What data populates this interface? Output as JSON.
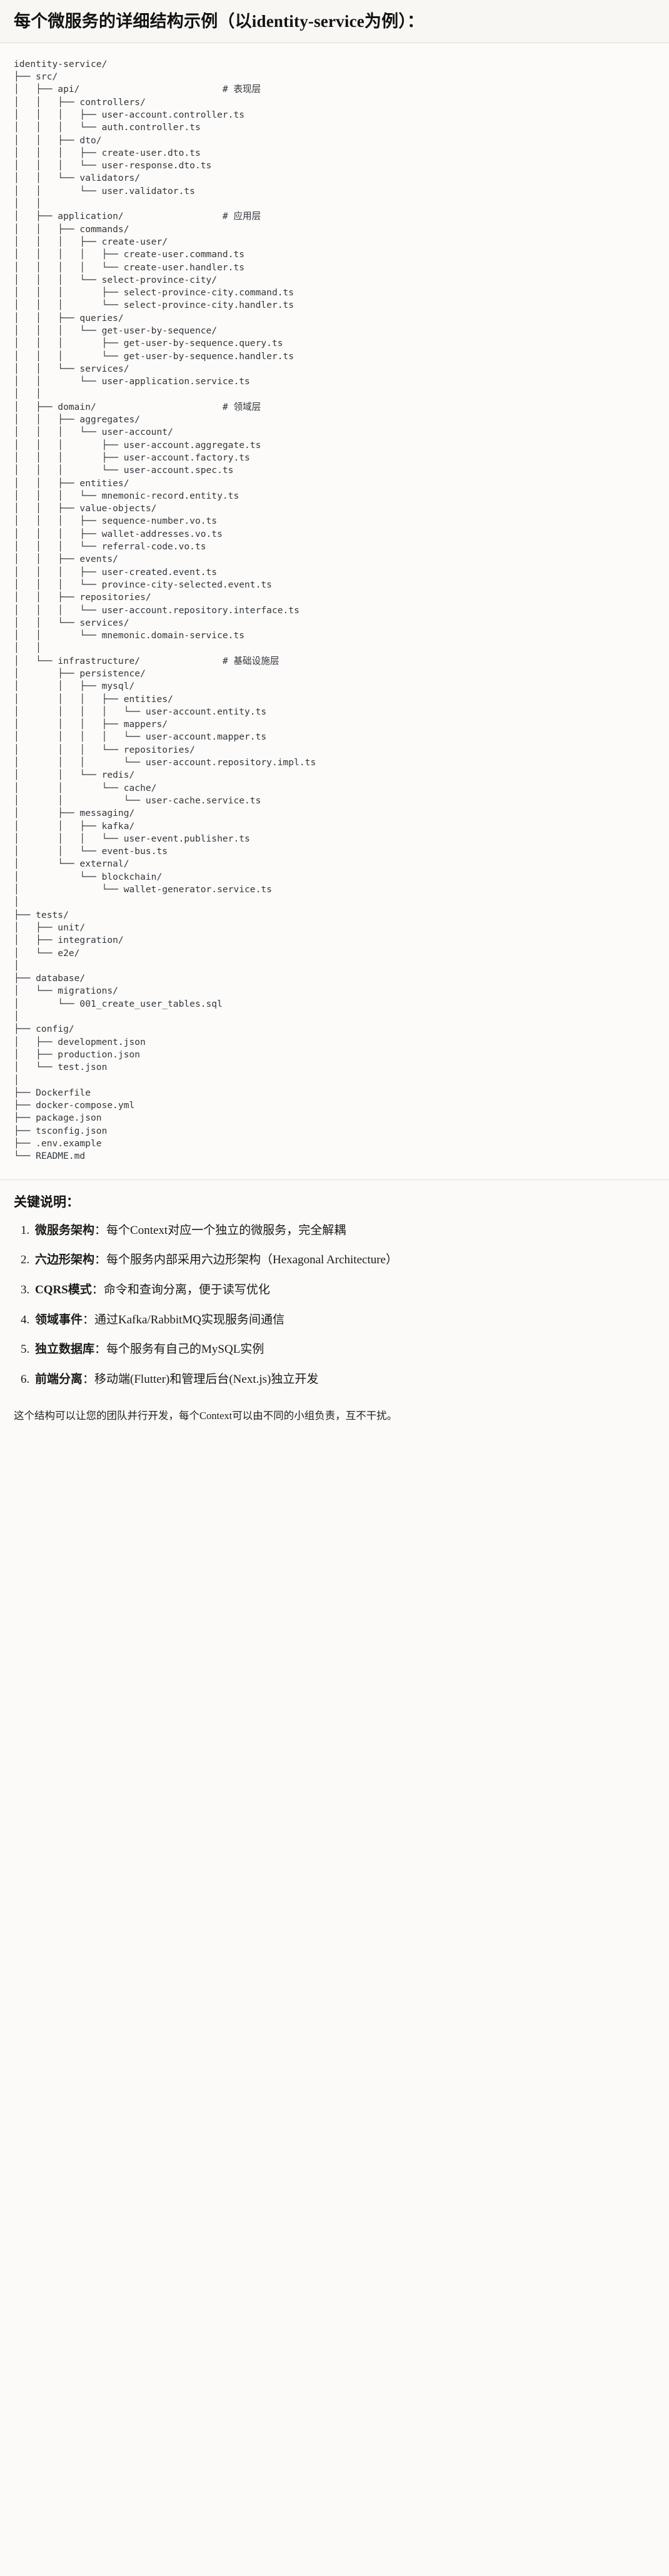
{
  "header": {
    "title": "每个微服务的详细结构示例（以identity-service为例）："
  },
  "tree": {
    "root_label": "identity-service/",
    "text": "identity-service/\n├── src/\n│   ├── api/                          # 表现层\n│   │   ├── controllers/\n│   │   │   ├── user-account.controller.ts\n│   │   │   └── auth.controller.ts\n│   │   ├── dto/\n│   │   │   ├── create-user.dto.ts\n│   │   │   └── user-response.dto.ts\n│   │   └── validators/\n│   │       └── user.validator.ts\n│   │\n│   ├── application/                  # 应用层\n│   │   ├── commands/\n│   │   │   ├── create-user/\n│   │   │   │   ├── create-user.command.ts\n│   │   │   │   └── create-user.handler.ts\n│   │   │   └── select-province-city/\n│   │   │       ├── select-province-city.command.ts\n│   │   │       └── select-province-city.handler.ts\n│   │   ├── queries/\n│   │   │   └── get-user-by-sequence/\n│   │   │       ├── get-user-by-sequence.query.ts\n│   │   │       └── get-user-by-sequence.handler.ts\n│   │   └── services/\n│   │       └── user-application.service.ts\n│   │\n│   ├── domain/                       # 领域层\n│   │   ├── aggregates/\n│   │   │   └── user-account/\n│   │   │       ├── user-account.aggregate.ts\n│   │   │       ├── user-account.factory.ts\n│   │   │       └── user-account.spec.ts\n│   │   ├── entities/\n│   │   │   └── mnemonic-record.entity.ts\n│   │   ├── value-objects/\n│   │   │   ├── sequence-number.vo.ts\n│   │   │   ├── wallet-addresses.vo.ts\n│   │   │   └── referral-code.vo.ts\n│   │   ├── events/\n│   │   │   ├── user-created.event.ts\n│   │   │   └── province-city-selected.event.ts\n│   │   ├── repositories/\n│   │   │   └── user-account.repository.interface.ts\n│   │   └── services/\n│   │       └── mnemonic.domain-service.ts\n│   │\n│   └── infrastructure/               # 基础设施层\n│       ├── persistence/\n│       │   ├── mysql/\n│       │   │   ├── entities/\n│       │   │   │   └── user-account.entity.ts\n│       │   │   ├── mappers/\n│       │   │   │   └── user-account.mapper.ts\n│       │   │   └── repositories/\n│       │   │       └── user-account.repository.impl.ts\n│       │   └── redis/\n│       │       └── cache/\n│       │           └── user-cache.service.ts\n│       ├── messaging/\n│       │   ├── kafka/\n│       │   │   └── user-event.publisher.ts\n│       │   └── event-bus.ts\n│       └── external/\n│           └── blockchain/\n│               └── wallet-generator.service.ts\n│\n├── tests/\n│   ├── unit/\n│   ├── integration/\n│   └── e2e/\n│\n├── database/\n│   └── migrations/\n│       └── 001_create_user_tables.sql\n│\n├── config/\n│   ├── development.json\n│   ├── production.json\n│   └── test.json\n│\n├── Dockerfile\n├── docker-compose.yml\n├── package.json\n├── tsconfig.json\n├── .env.example\n└── README.md"
  },
  "notes": {
    "heading": "关键说明：",
    "items": [
      {
        "term": "微服务架构",
        "separator": "：",
        "description": "每个Context对应一个独立的微服务，完全解耦"
      },
      {
        "term": "六边形架构",
        "separator": "：",
        "description": "每个服务内部采用六边形架构（Hexagonal Architecture）"
      },
      {
        "term": "CQRS模式",
        "separator": "：",
        "description": "命令和查询分离，便于读写优化"
      },
      {
        "term": "领域事件",
        "separator": "：",
        "description": "通过Kafka/RabbitMQ实现服务间通信"
      },
      {
        "term": "独立数据库",
        "separator": "：",
        "description": "每个服务有自己的MySQL实例"
      },
      {
        "term": "前端分离",
        "separator": "：",
        "description": "移动端(Flutter)和管理后台(Next.js)独立开发"
      }
    ]
  },
  "closing": {
    "text": "这个结构可以让您的团队并行开发，每个Context可以由不同的小组负责，互不干扰。"
  },
  "colors": {
    "page_background": "#fbfaf8",
    "header_background": "#f8f7f3",
    "code_background": "#fcfbf9",
    "divider": "#e0ddd6",
    "text": "#1a1a1a",
    "code_text": "#32353b"
  }
}
